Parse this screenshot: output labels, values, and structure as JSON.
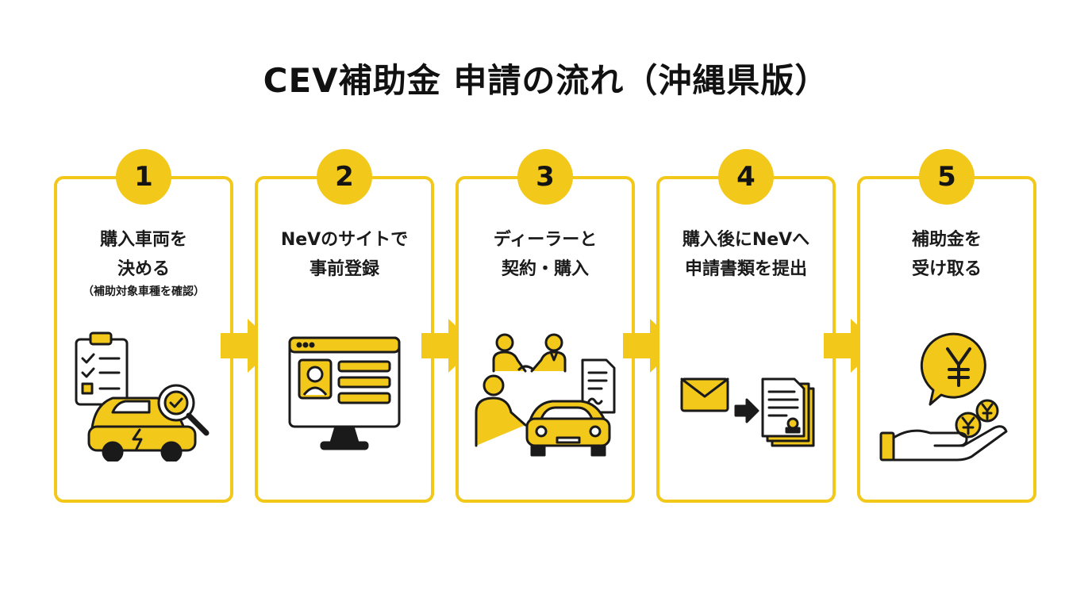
{
  "title": "CEV補助金 申請の流れ（沖縄県版）",
  "colors": {
    "accent": "#f2c81b",
    "outline": "#1a1a1a"
  },
  "steps": [
    {
      "number": "1",
      "lines": [
        "購入車両を",
        "決める"
      ],
      "note": "（補助対象車種を確認）",
      "icon": "checklist-car-magnifier-icon"
    },
    {
      "number": "2",
      "lines": [
        "NeVのサイトで",
        "事前登録"
      ],
      "icon": "web-registration-monitor-icon"
    },
    {
      "number": "3",
      "lines": [
        "ディーラーと",
        "契約・購入"
      ],
      "icon": "handshake-car-contract-icon"
    },
    {
      "number": "4",
      "lines": [
        "購入後にNeVへ",
        "申請書類を提出"
      ],
      "icon": "envelope-documents-icon"
    },
    {
      "number": "5",
      "lines": [
        "補助金を",
        "受け取る"
      ],
      "icon": "yen-hand-icon"
    }
  ]
}
